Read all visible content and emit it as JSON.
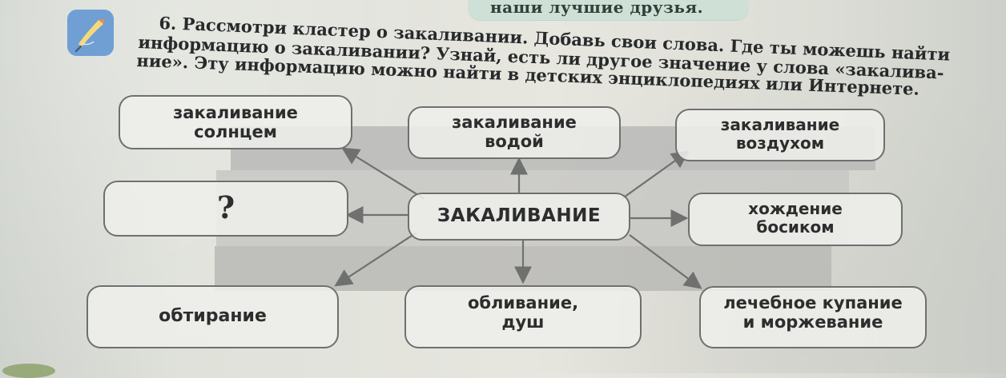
{
  "header": {
    "banner_text": "наши лучшие друзья."
  },
  "task": {
    "number": "6.",
    "lines": [
      "Рассмотри кластер о закаливании. Добавь свои слова. Где ты можешь найти",
      "информацию о закаливании? Узнай, есть ли другое значение у слова «закалива-",
      "ние». Эту информацию можно найти в детских энциклопедиях или Интернете."
    ]
  },
  "cluster": {
    "center": "ЗАКАЛИВАНИЕ",
    "nodes": {
      "sun": "закаливание\nсолнцем",
      "water": "закаливание\nводой",
      "air": "закаливание\nвоздухом",
      "question": "?",
      "barefoot": "хождение\nбосиком",
      "rubdown": "обтирание",
      "shower": "обливание,\nдуш",
      "bath": "лечебное купание\nи моржевание"
    }
  },
  "colors": {
    "banner_bg": "#cfe0d7",
    "icon_blue": "#6f9fd3",
    "box_border": "#6d706e",
    "text_dark": "#2b2e2d",
    "gray_band": "#b9bab7"
  },
  "icons": {
    "task_icon": "kite-icon"
  }
}
